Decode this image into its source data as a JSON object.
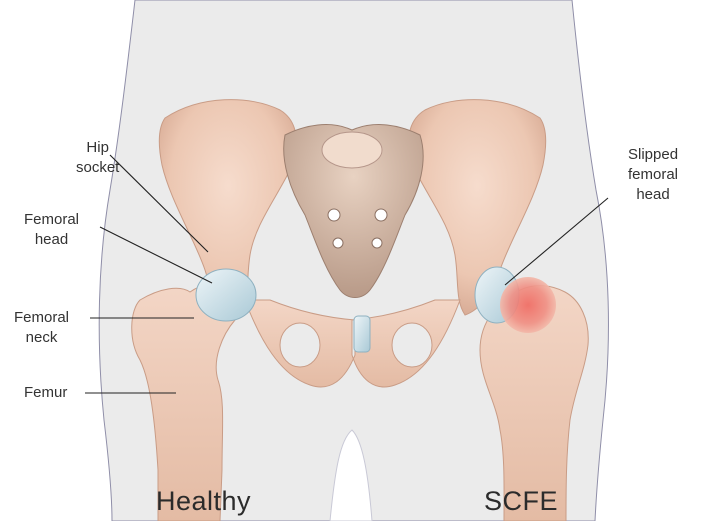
{
  "labels": {
    "hip_socket": [
      "Hip",
      "socket"
    ],
    "femoral_head": [
      "Femoral",
      "head"
    ],
    "femoral_neck": [
      "Femoral",
      "neck"
    ],
    "femur": "Femur",
    "slipped_femoral_head": [
      "Slipped",
      "femoral",
      "head"
    ]
  },
  "captions": {
    "left": "Healthy",
    "right": "SCFE"
  }
}
